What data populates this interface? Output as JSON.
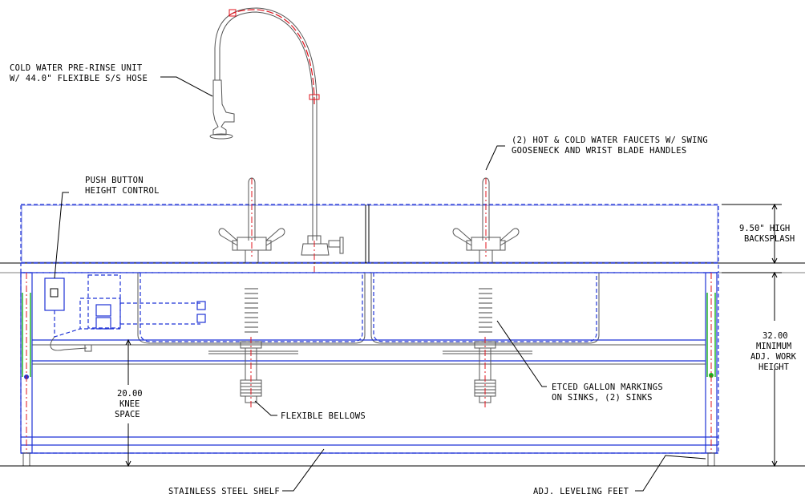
{
  "labels": {
    "prerinse_line1": "COLD WATER PRE-RINSE UNIT",
    "prerinse_line2": "W/ 44.0\" FLEXIBLE S/S HOSE",
    "faucets_line1": "(2) HOT & COLD WATER FAUCETS W/ SWING",
    "faucets_line2": "GOOSENECK AND WRIST BLADE HANDLES",
    "pushbutton_line1": "PUSH BUTTON",
    "pushbutton_line2": "HEIGHT CONTROL",
    "gallon_line1": "ETCED GALLON MARKINGS",
    "gallon_line2": "ON SINKS, (2) SINKS",
    "bellows": "FLEXIBLE BELLOWS",
    "shelf": "STAINLESS STEEL SHELF",
    "feet": "ADJ. LEVELING FEET"
  },
  "dimensions": {
    "backsplash_line1": "9.50\" HIGH",
    "backsplash_line2": "BACKSPLASH",
    "height_line1": "32.00",
    "height_line2": "MINIMUM",
    "height_line3": "ADJ. WORK",
    "height_line4": "HEIGHT",
    "knee_line1": "20.00",
    "knee_line2": "KNEE",
    "knee_line3": "SPACE"
  },
  "colors": {
    "outline": "#1f33d6",
    "centerline": "#e0141e",
    "leg_highlight": "#17b01b"
  }
}
